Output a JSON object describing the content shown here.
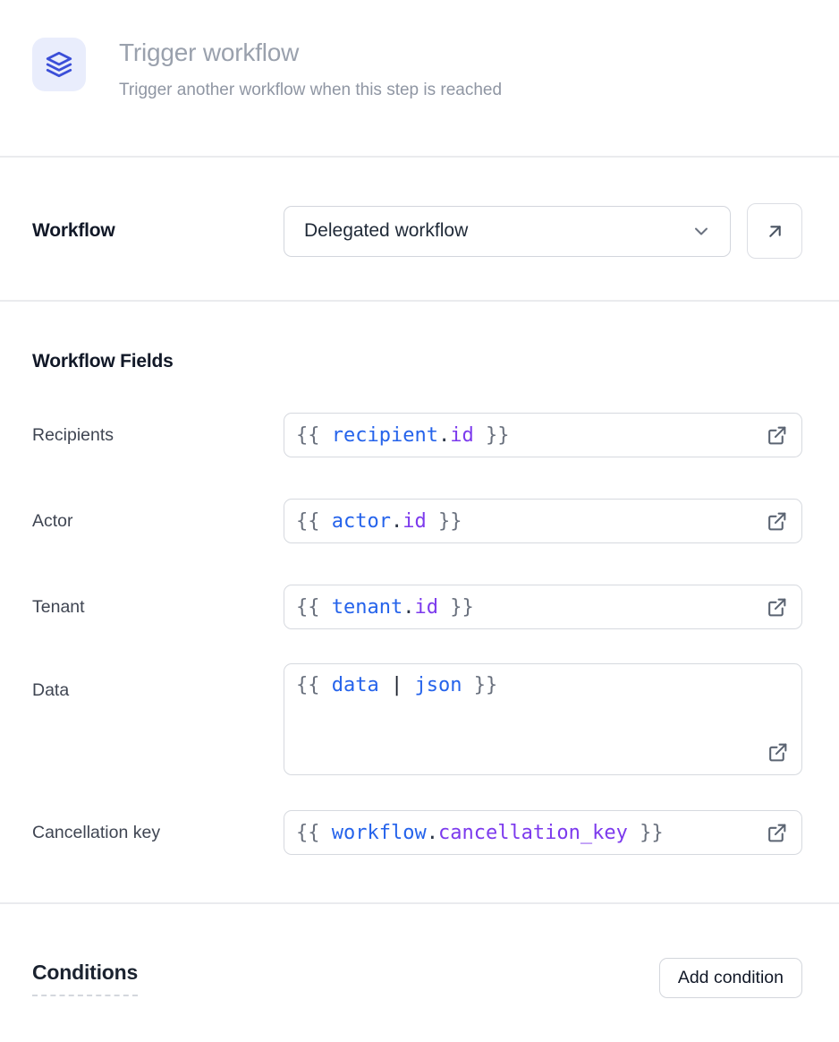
{
  "header": {
    "icon": "layers-icon",
    "title": "Trigger workflow",
    "subtitle": "Trigger another workflow when this step is reached"
  },
  "workflow_selector": {
    "label": "Workflow",
    "selected_option": "Delegated workflow",
    "chevron_icon": "chevron-down-icon",
    "open_button_icon": "arrow-up-right-icon"
  },
  "fields_section": {
    "heading": "Workflow Fields",
    "external_link_icon": "external-link-icon",
    "fields": [
      {
        "label": "Recipients",
        "tokens": [
          {
            "t": "{{ ",
            "c": "brace"
          },
          {
            "t": "recipient",
            "c": "obj"
          },
          {
            "t": ".",
            "c": "dot"
          },
          {
            "t": "id",
            "c": "prop"
          },
          {
            "t": " }}",
            "c": "brace"
          }
        ]
      },
      {
        "label": "Actor",
        "tokens": [
          {
            "t": "{{ ",
            "c": "brace"
          },
          {
            "t": "actor",
            "c": "obj"
          },
          {
            "t": ".",
            "c": "dot"
          },
          {
            "t": "id",
            "c": "prop"
          },
          {
            "t": " }}",
            "c": "brace"
          }
        ]
      },
      {
        "label": "Tenant",
        "tokens": [
          {
            "t": "{{ ",
            "c": "brace"
          },
          {
            "t": "tenant",
            "c": "obj"
          },
          {
            "t": ".",
            "c": "dot"
          },
          {
            "t": "id",
            "c": "prop"
          },
          {
            "t": " }}",
            "c": "brace"
          }
        ]
      },
      {
        "label": "Data",
        "tokens": [
          {
            "t": "{{ ",
            "c": "brace"
          },
          {
            "t": "data",
            "c": "obj"
          },
          {
            "t": " ",
            "c": "brace"
          },
          {
            "t": "|",
            "c": "pipe"
          },
          {
            "t": " ",
            "c": "brace"
          },
          {
            "t": "json",
            "c": "obj"
          },
          {
            "t": " }}",
            "c": "brace"
          }
        ]
      },
      {
        "label": "Cancellation key",
        "tokens": [
          {
            "t": "{{ ",
            "c": "brace"
          },
          {
            "t": "workflow",
            "c": "obj"
          },
          {
            "t": ".",
            "c": "dot"
          },
          {
            "t": "cancellation_key",
            "c": "prop"
          },
          {
            "t": " }}",
            "c": "brace"
          }
        ]
      }
    ]
  },
  "conditions": {
    "heading": "Conditions",
    "add_button_label": "Add condition"
  },
  "colors": {
    "accent_blue": "#3b4fd8",
    "icon_background": "#e9edfc",
    "code_object": "#2563eb",
    "code_property": "#7c3aed",
    "code_brace": "#69707d",
    "border": "#d6d9df"
  }
}
